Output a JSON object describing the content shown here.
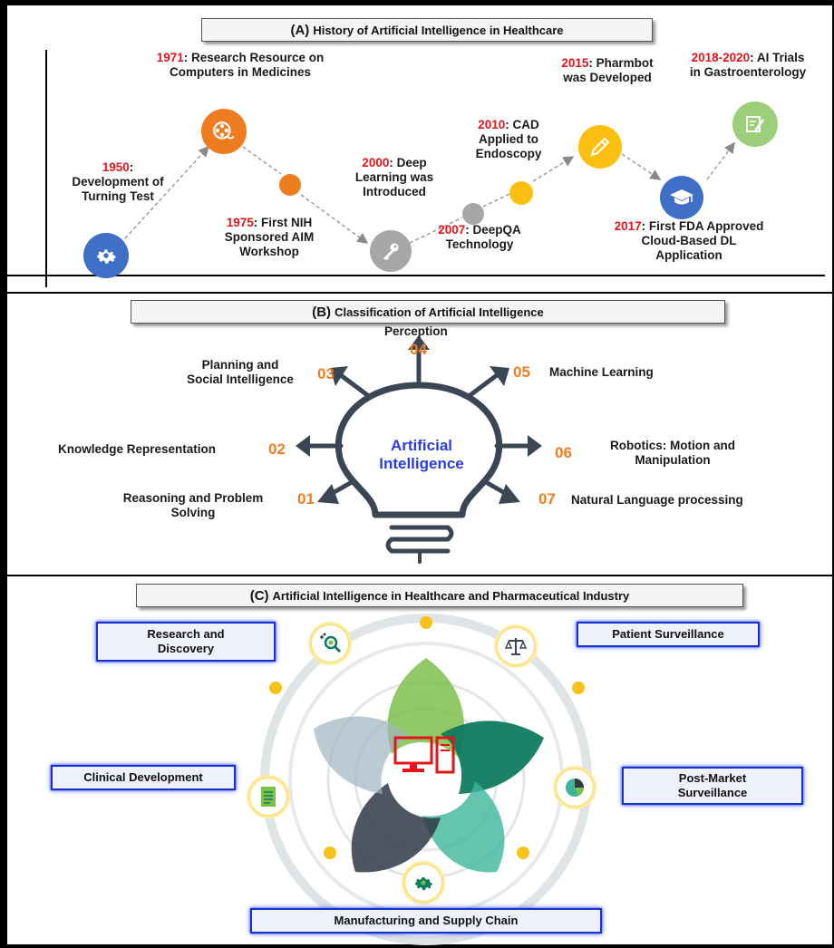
{
  "panelA": {
    "letter": "(A)",
    "title": "History of Artificial Intelligence in Healthcare",
    "events": [
      {
        "year": "1950",
        "text1": ": ",
        "text2": "Development of",
        "text3": "Turning Test"
      },
      {
        "year": "1971",
        "text1": ": Research Resource on",
        "text2": "Computers in Medicines"
      },
      {
        "year": "1975",
        "text1": ": First NIH",
        "text2": "Sponsored AIM",
        "text3": "Workshop"
      },
      {
        "year": "2000",
        "text1": ": Deep",
        "text2": "Learning was",
        "text3": "Introduced"
      },
      {
        "year": "2007",
        "text1": ": DeepQA",
        "text2": "Technology"
      },
      {
        "year": "2010",
        "text1": ": CAD",
        "text2": "Applied to",
        "text3": "Endoscopy"
      },
      {
        "year": "2015",
        "text1": ": Pharmbot",
        "text2": "was Developed"
      },
      {
        "year": "2017",
        "text1": ": First FDA Approved",
        "text2": "Cloud-Based DL",
        "text3": "Application"
      },
      {
        "year": "2018-2020",
        "text1": ": AI Trials",
        "text2": "in Gastroenterology"
      }
    ],
    "icons": [
      "gear-icon",
      "film-reel-icon",
      "key-icon",
      "pencil-icon",
      "graduation-cap-icon",
      "edit-document-icon"
    ],
    "colors": {
      "blue": "#3f6fc6",
      "orange": "#ee7d22",
      "gray": "#a7a7a7",
      "yellow": "#fdc010",
      "green": "#9ccf7a",
      "year": "#e3151b"
    }
  },
  "panelB": {
    "letter": "(B)",
    "title": "Classification of Artificial Intelligence",
    "center1": "Artificial",
    "center2": "Intelligence",
    "items": [
      {
        "num": "01",
        "label1": "Reasoning and Problem",
        "label2": "Solving"
      },
      {
        "num": "02",
        "label1": "Knowledge Representation"
      },
      {
        "num": "03",
        "label1": "Planning and",
        "label2": "Social Intelligence"
      },
      {
        "num": "04",
        "label1": "Perception"
      },
      {
        "num": "05",
        "label1": "Machine Learning"
      },
      {
        "num": "06",
        "label1": "Robotics: Motion and",
        "label2": "Manipulation"
      },
      {
        "num": "07",
        "label1": "Natural Language processing"
      }
    ],
    "colors": {
      "number": "#ee7d22",
      "center_text": "#2a3be0",
      "bulb": "#3b4654"
    }
  },
  "panelC": {
    "letter": "(C)",
    "title": "Artificial Intelligence in Healthcare and Pharmaceutical Industry",
    "boxes": [
      {
        "label1": "Research and",
        "label2": "Discovery"
      },
      {
        "label1": "Patient Surveillance"
      },
      {
        "label1": "Clinical Development"
      },
      {
        "label1": "Post-Market",
        "label2": "Surveillance"
      },
      {
        "label1": "Manufacturing and Supply Chain"
      }
    ],
    "icons": [
      "microscope-icon",
      "balance-scale-icon",
      "document-icon",
      "pie-chart-icon",
      "gear-icon",
      "computer-icon"
    ],
    "colors": {
      "box_border": "#1a2fd0",
      "dots": "#f7c21a",
      "computer": "#e3151b"
    }
  }
}
